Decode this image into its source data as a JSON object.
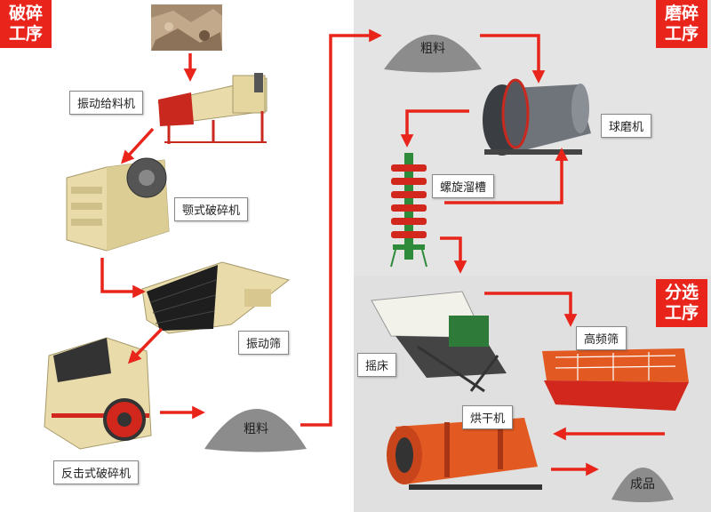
{
  "stages": {
    "crushing": [
      "破碎",
      "工序"
    ],
    "grinding": [
      "磨碎",
      "工序"
    ],
    "separation": [
      "分选",
      "工序"
    ]
  },
  "machines": {
    "feeder": "振动给料机",
    "jaw_crusher": "颚式破碎机",
    "vibrating_screen": "振动筛",
    "impact_crusher": "反击式破碎机",
    "ball_mill": "球磨机",
    "spiral_chute": "螺旋溜槽",
    "shaking_table": "摇床",
    "hf_screen": "高频筛",
    "dryer": "烘干机"
  },
  "piles": {
    "coarse_1": "粗料",
    "coarse_2": "粗料",
    "product": "成品"
  },
  "colors": {
    "accent": "#e8241b",
    "panel_grey": "#e3e3e3",
    "pile_grey": "#8c8c8c",
    "machine_yellow": "#e9dcaa",
    "machine_red": "#d2271d",
    "machine_orange": "#e25a22"
  }
}
